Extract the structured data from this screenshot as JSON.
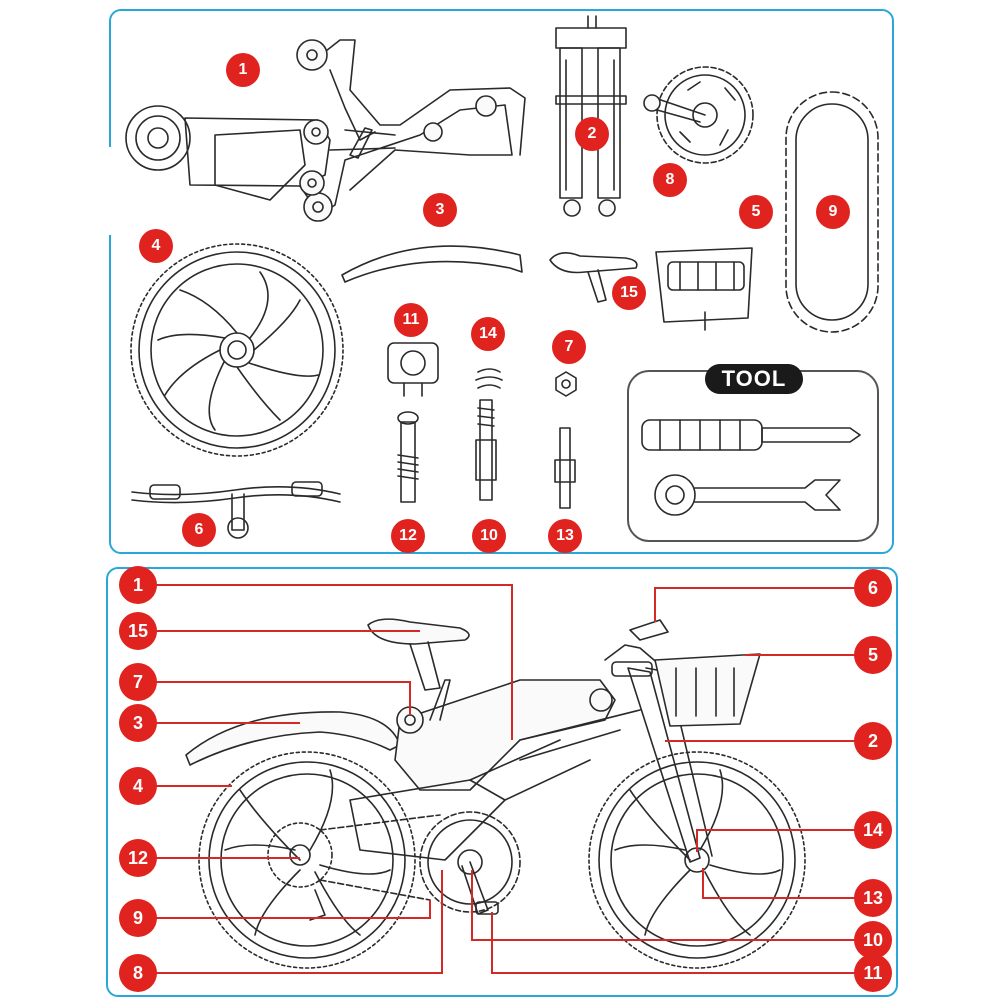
{
  "parts_panel": {
    "labels": [
      "1",
      "2",
      "8",
      "5",
      "9",
      "3",
      "4",
      "15",
      "11",
      "14",
      "7",
      "6",
      "12",
      "10",
      "13"
    ],
    "tool_title": "TOOL"
  },
  "assembly_panel": {
    "left_labels": [
      "1",
      "15",
      "7",
      "3",
      "4",
      "12",
      "9",
      "8"
    ],
    "right_labels": [
      "6",
      "5",
      "2",
      "14",
      "13",
      "10",
      "11"
    ]
  },
  "colors": {
    "border": "#29a8d8",
    "badge": "#e0231f",
    "leader": "#d42a25"
  }
}
